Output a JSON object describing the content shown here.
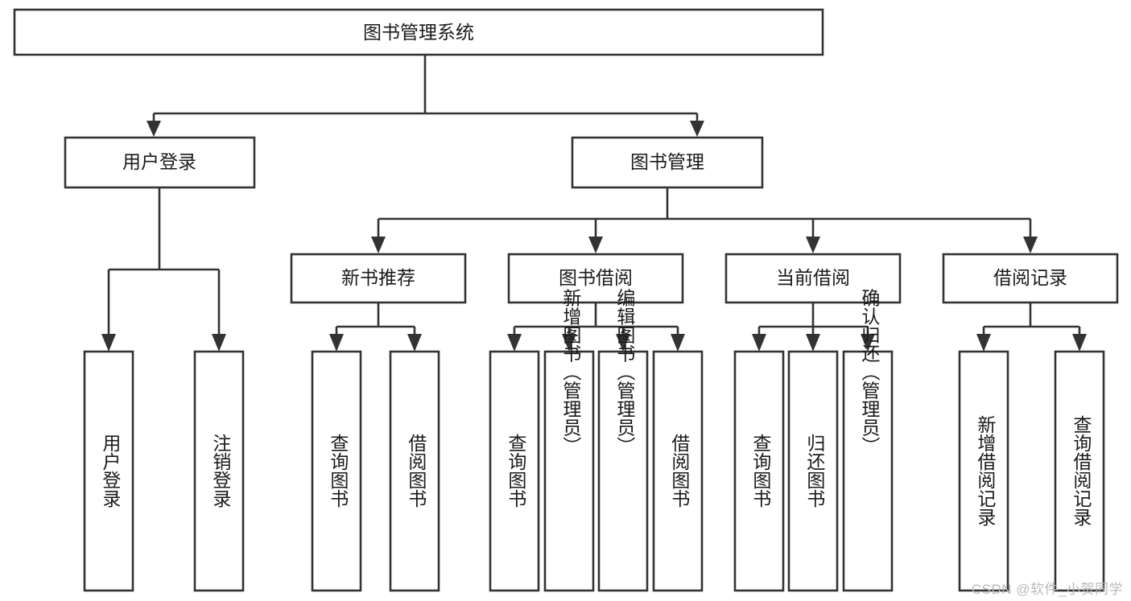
{
  "diagram": {
    "type": "tree-hierarchy-chart",
    "title": "图书管理系统",
    "colors": {
      "box_stroke": "#333333",
      "box_fill": "#ffffff",
      "line": "#333333",
      "text": "#1a1a1a",
      "background": "#ffffff",
      "watermark": "#b9b9b9"
    },
    "root": {
      "label": "图书管理系统"
    },
    "level2": [
      {
        "id": "user-login",
        "label": "用户登录"
      },
      {
        "id": "book-manage",
        "label": "图书管理"
      }
    ],
    "level3": [
      {
        "id": "new-book-rec",
        "label": "新书推荐"
      },
      {
        "id": "book-borrow",
        "label": "图书借阅"
      },
      {
        "id": "current-borrow",
        "label": "当前借阅"
      },
      {
        "id": "borrow-record",
        "label": "借阅记录"
      }
    ],
    "leaves": {
      "user-login": [
        {
          "id": "leaf-user-login",
          "label": "用户登录"
        },
        {
          "id": "leaf-logout-login",
          "label": "注销登录"
        }
      ],
      "new-book-rec": [
        {
          "id": "leaf-query-book-1",
          "label": "查询图书"
        },
        {
          "id": "leaf-borrow-book-1",
          "label": "借阅图书"
        }
      ],
      "book-borrow": [
        {
          "id": "leaf-query-book-2",
          "label": "查询图书"
        },
        {
          "id": "leaf-add-book",
          "label": "新增图书（管理员）"
        },
        {
          "id": "leaf-edit-book",
          "label": "编辑图书（管理员）"
        },
        {
          "id": "leaf-borrow-book-2",
          "label": "借阅图书"
        }
      ],
      "current-borrow": [
        {
          "id": "leaf-query-book-3",
          "label": "查询图书"
        },
        {
          "id": "leaf-return-book",
          "label": "归还图书"
        },
        {
          "id": "leaf-confirm-return",
          "label": "确认归还（管理员）"
        }
      ],
      "borrow-record": [
        {
          "id": "leaf-add-record",
          "label": "新增借阅记录"
        },
        {
          "id": "leaf-query-record",
          "label": "查询借阅记录"
        }
      ]
    },
    "watermark": "CSDN @软件_小贺同学"
  }
}
